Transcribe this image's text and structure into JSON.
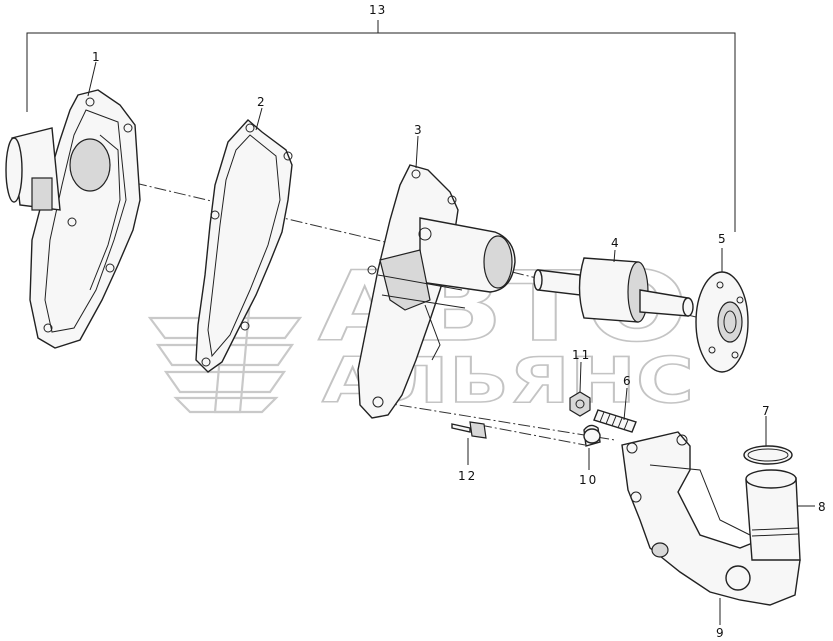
{
  "callouts": {
    "c1": "1",
    "c2": "2",
    "c3": "3",
    "c4": "4",
    "c5": "5",
    "c6": "6",
    "c7": "7",
    "c8": "8",
    "c9": "9",
    "c10": "10",
    "c11": "11",
    "c12": "12",
    "c13": "13"
  },
  "watermark": {
    "line1": "АВТО",
    "line2": "АЛЬЯНС"
  },
  "colors": {
    "line": "#222222",
    "watermark": "#c4c4c4",
    "background": "#ffffff"
  }
}
